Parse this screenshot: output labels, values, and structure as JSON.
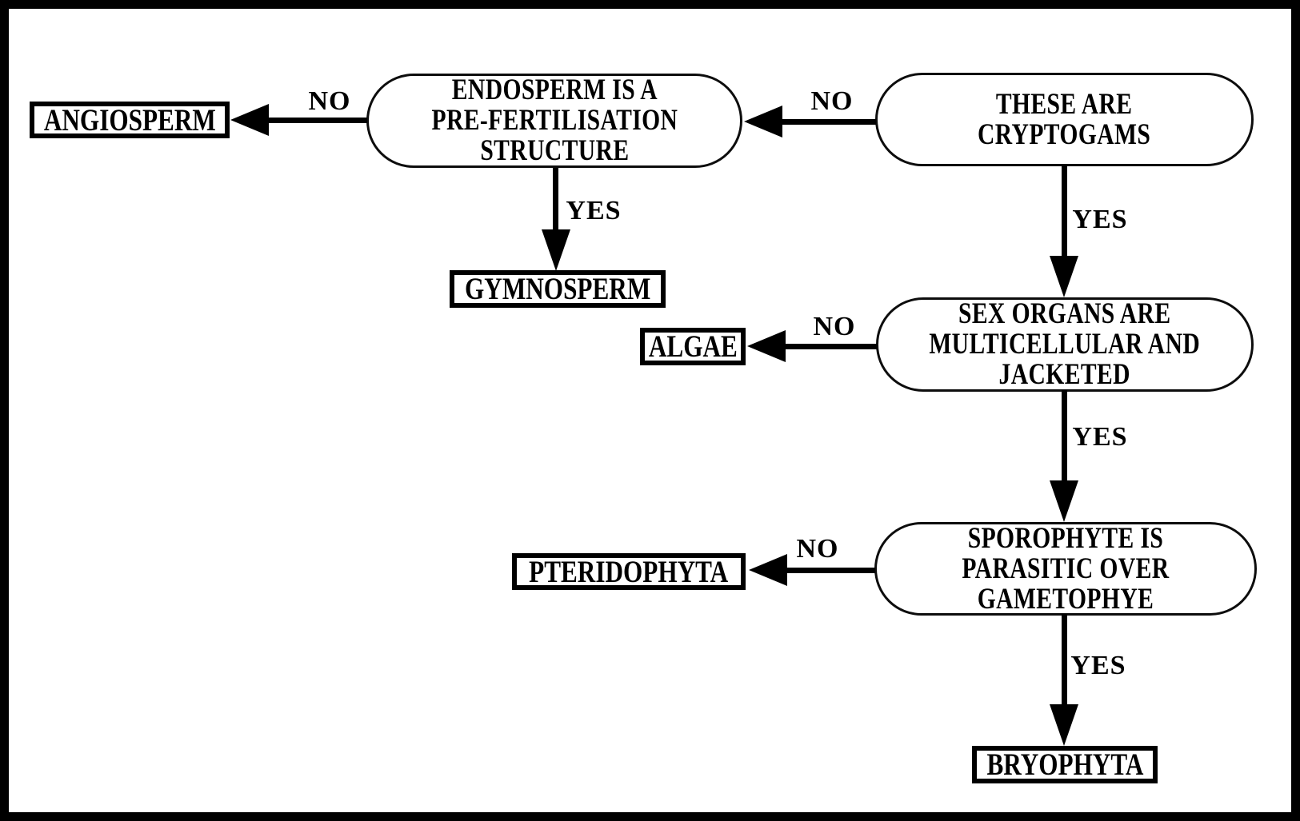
{
  "colors": {
    "ink": "#000000",
    "paper": "#ffffff"
  },
  "nodes": {
    "cryptogams": {
      "type": "decision",
      "lines": [
        "THESE ARE",
        "CRYPTOGAMS"
      ]
    },
    "endosperm": {
      "type": "decision",
      "lines": [
        "ENDOSPERM IS A",
        "PRE-FERTILISATION",
        "STRUCTURE"
      ]
    },
    "sexorgans": {
      "type": "decision",
      "lines": [
        "SEX ORGANS ARE",
        "MULTICELLULAR AND",
        "JACKETED"
      ]
    },
    "sporophyte": {
      "type": "decision",
      "lines": [
        "SPOROPHYTE IS",
        "PARASITIC OVER",
        "GAMETOPHYE"
      ]
    },
    "angiosperm": {
      "type": "terminal",
      "label": "ANGIOSPERM"
    },
    "gymnosperm": {
      "type": "terminal",
      "label": "GYMNOSPERM"
    },
    "algae": {
      "type": "terminal",
      "label": "ALGAE"
    },
    "pteridophyta": {
      "type": "terminal",
      "label": "PTERIDOPHYTA"
    },
    "bryophyta": {
      "type": "terminal",
      "label": "BRYOPHYTA"
    }
  },
  "edges": {
    "endosperm_no": {
      "from": "endosperm",
      "to": "angiosperm",
      "label": "NO"
    },
    "endosperm_yes": {
      "from": "endosperm",
      "to": "gymnosperm",
      "label": "YES"
    },
    "cryptogams_no": {
      "from": "cryptogams",
      "to": "endosperm",
      "label": "NO"
    },
    "cryptogams_yes": {
      "from": "cryptogams",
      "to": "sexorgans",
      "label": "YES"
    },
    "sexorgans_no": {
      "from": "sexorgans",
      "to": "algae",
      "label": "NO"
    },
    "sexorgans_yes": {
      "from": "sexorgans",
      "to": "sporophyte",
      "label": "YES"
    },
    "sporophyte_no": {
      "from": "sporophyte",
      "to": "pteridophyta",
      "label": "NO"
    },
    "sporophyte_yes": {
      "from": "sporophyte",
      "to": "bryophyta",
      "label": "YES"
    }
  }
}
